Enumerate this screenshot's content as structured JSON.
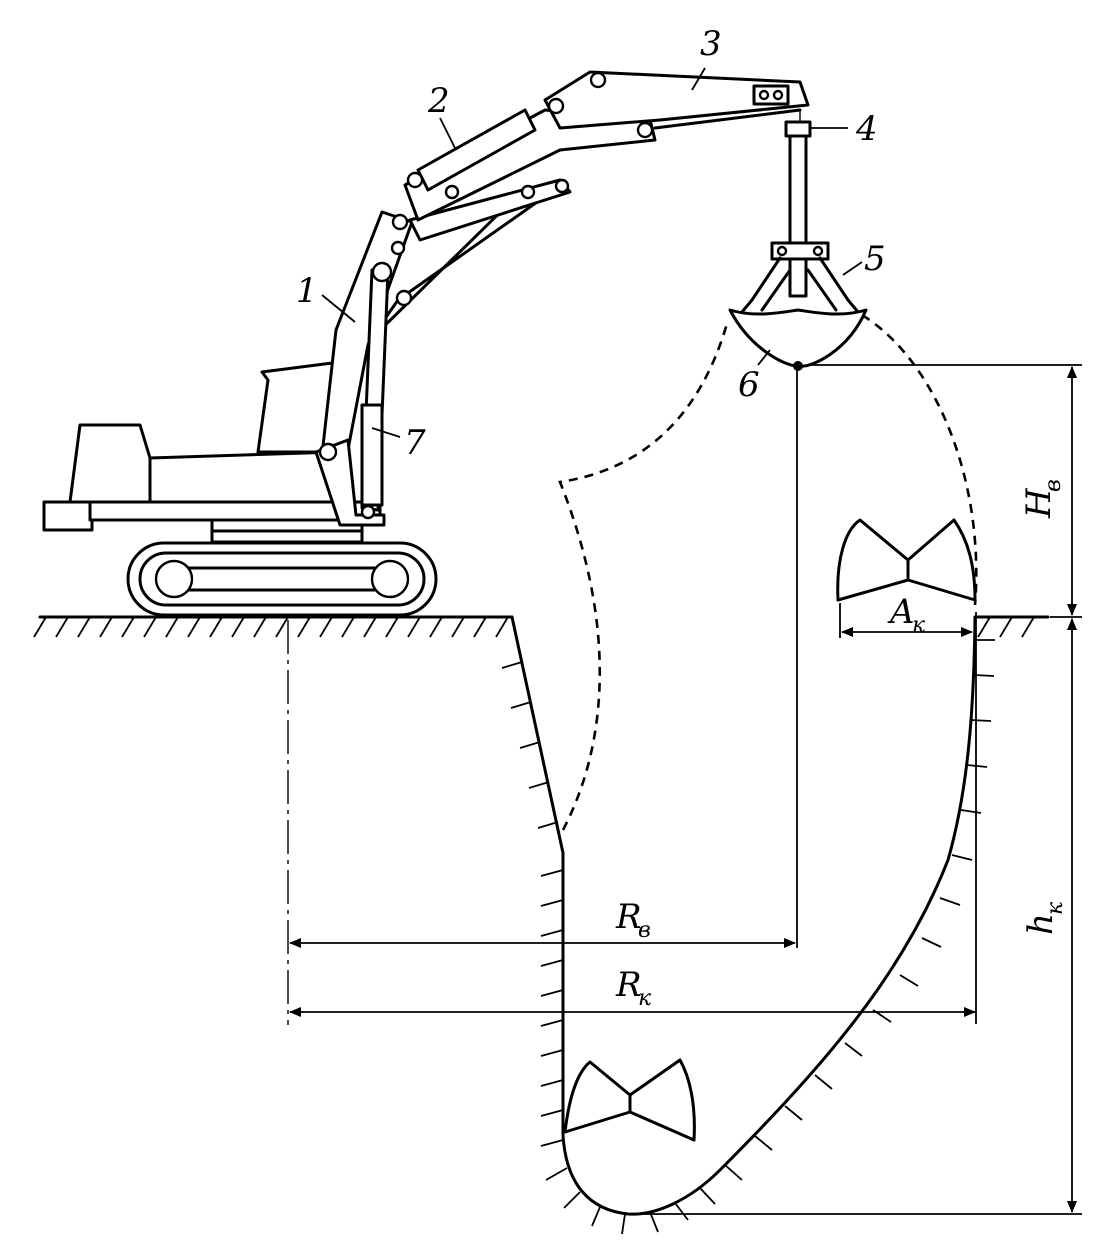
{
  "labels": {
    "part1": "1",
    "part2": "2",
    "part3": "3",
    "part4": "4",
    "part5": "5",
    "part6": "6",
    "part7": "7"
  },
  "dimensions": {
    "H_main": "H",
    "H_sub": "в",
    "A_main": "A",
    "A_sub": "к",
    "R_v_main": "R",
    "R_v_sub": "в",
    "R_k_main": "R",
    "R_k_sub": "к",
    "h_main": "h",
    "h_sub": "к"
  },
  "colors": {
    "ink": "#000000",
    "paper": "#ffffff"
  }
}
